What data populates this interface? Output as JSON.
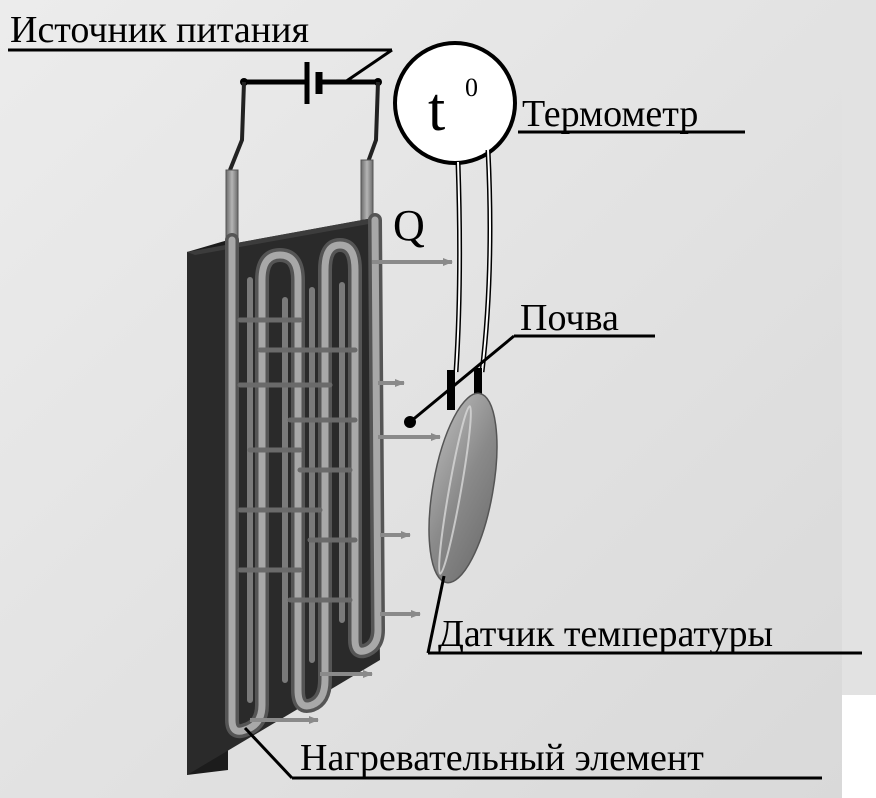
{
  "labels": {
    "power_source": "Источник питания",
    "thermometer": "Термометр",
    "thermometer_symbol": "t",
    "thermometer_superscript": "0",
    "heat_flow": "Q",
    "soil": "Почва",
    "temperature_sensor": "Датчик температуры",
    "heating_element": "Нагревательный элемент"
  }
}
